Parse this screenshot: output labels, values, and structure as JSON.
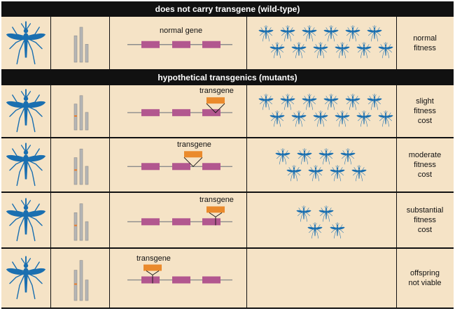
{
  "sections": {
    "wildtype": {
      "header": "does not carry transgene (wild-type)"
    },
    "mutants": {
      "header": "hypothetical transgenics (mutants)"
    }
  },
  "rows": [
    {
      "gene_label": "normal gene",
      "fitness": "normal\nfitness",
      "offspring_count": 12,
      "transgene_exon": 0
    },
    {
      "gene_label": "transgene",
      "fitness": "slight\nfitness\ncost",
      "offspring_count": 12,
      "transgene_exon": 3
    },
    {
      "gene_label": "transgene",
      "fitness": "moderate\nfitness\ncost",
      "offspring_count": 8,
      "transgene_exon": 2
    },
    {
      "gene_label": "transgene",
      "fitness": "substantial\nfitness\ncost",
      "offspring_count": 4,
      "transgene_exon": 3
    },
    {
      "gene_label": "transgene",
      "fitness": "offspring\nnot viable",
      "offspring_count": 0,
      "transgene_exon": 1
    }
  ],
  "colors": {
    "mosquito": "#1a6fb0",
    "exon": "#b2578f",
    "transgene": "#ea8a2c",
    "chromosome": "#b5b5b5",
    "marker": "#e87c2c",
    "background": "#f5e3c6"
  },
  "icons": [
    "mosquito-icon",
    "chromosome-icon",
    "gene-diagram"
  ]
}
